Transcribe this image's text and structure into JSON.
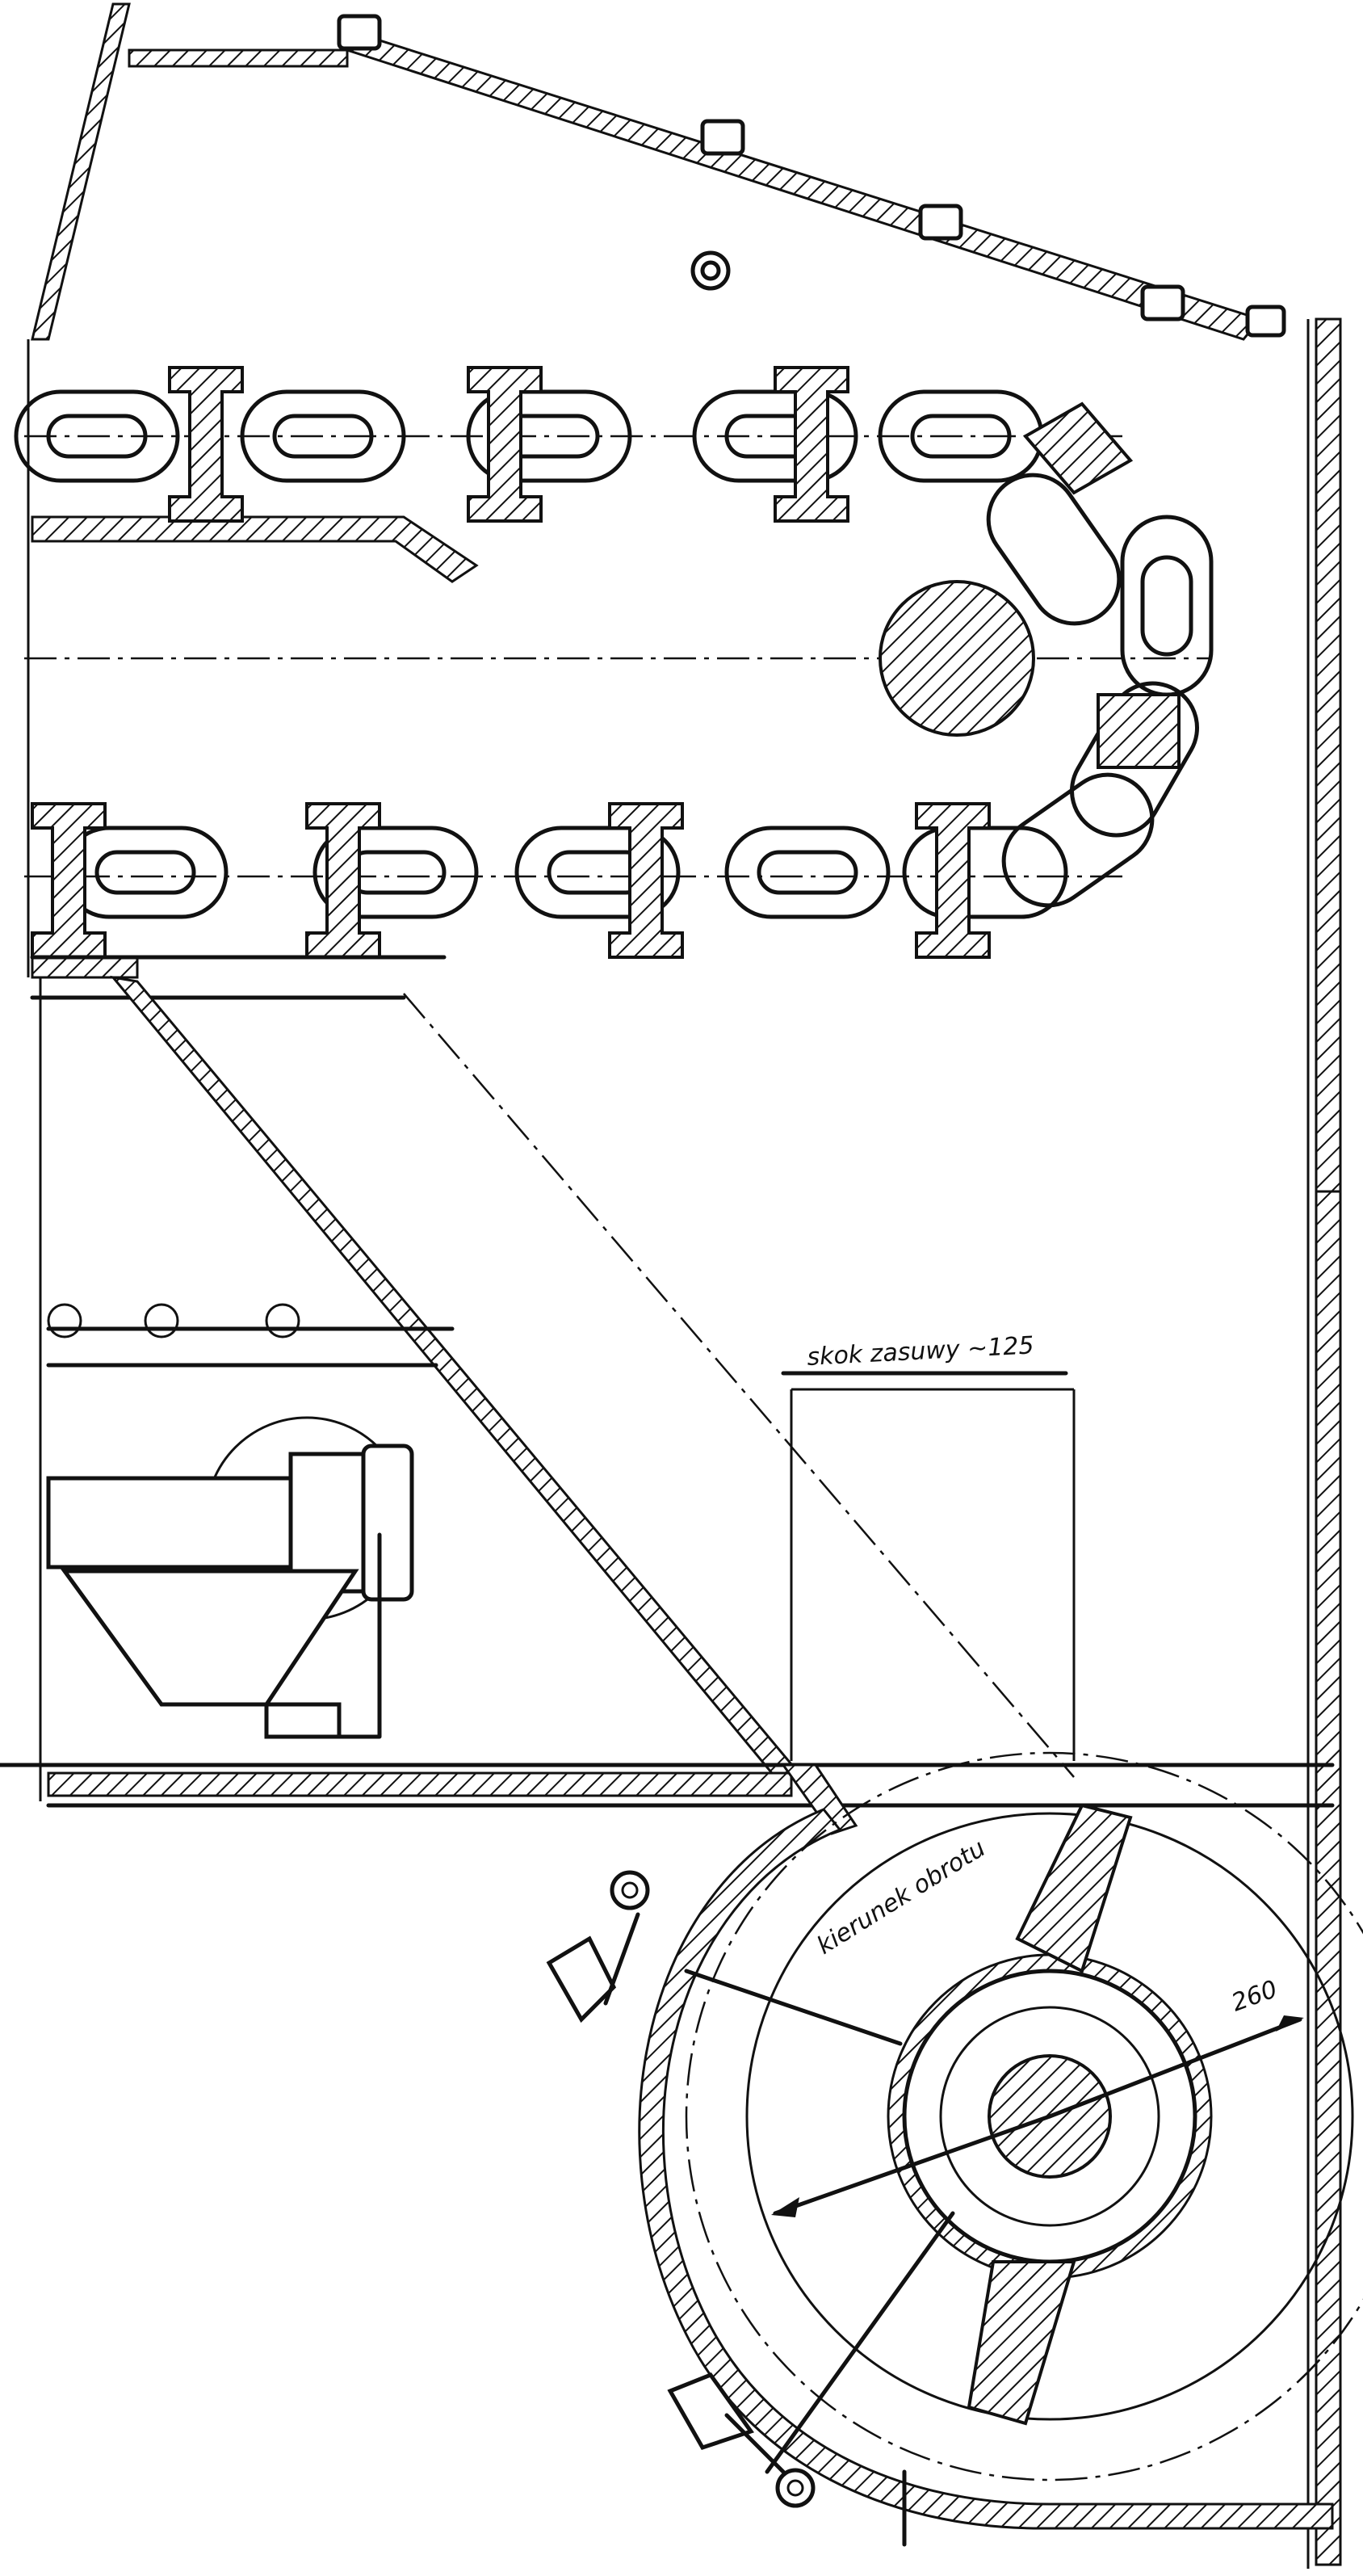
{
  "annotations": {
    "stroke_label": "skok zasuwy ~125",
    "rotation_label": "kierunek obrotu",
    "dimension_label": "260"
  },
  "colors": {
    "ink": "#111111",
    "paper": "#ffffff"
  }
}
